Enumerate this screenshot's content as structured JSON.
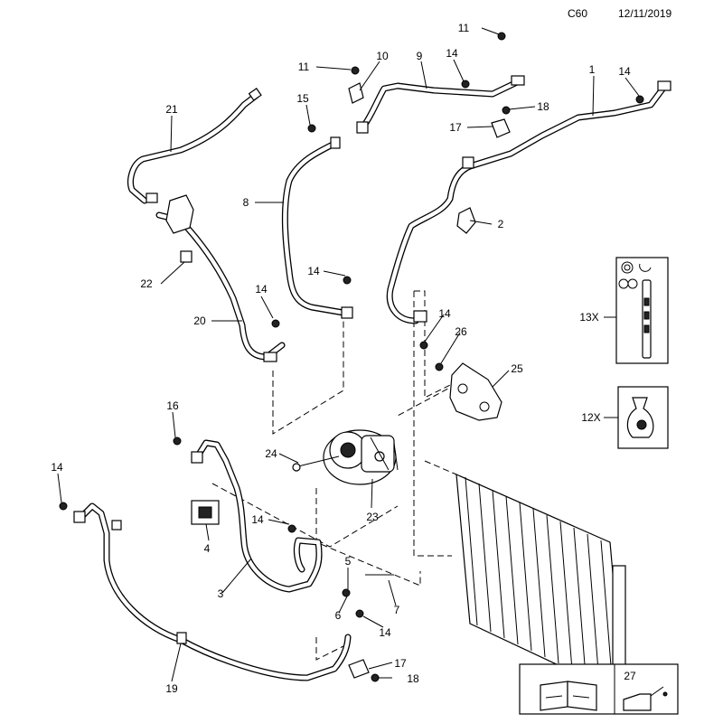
{
  "header": {
    "code": "C60",
    "date": "12/11/2019"
  },
  "callouts": [
    {
      "id": "c1",
      "text": "1"
    },
    {
      "id": "c2",
      "text": "2"
    },
    {
      "id": "c3",
      "text": "3"
    },
    {
      "id": "c4",
      "text": "4"
    },
    {
      "id": "c5",
      "text": "5"
    },
    {
      "id": "c6",
      "text": "6"
    },
    {
      "id": "c7",
      "text": "7"
    },
    {
      "id": "c8",
      "text": "8"
    },
    {
      "id": "c9",
      "text": "9"
    },
    {
      "id": "c10",
      "text": "10"
    },
    {
      "id": "c11a",
      "text": "11"
    },
    {
      "id": "c11b",
      "text": "11"
    },
    {
      "id": "c12x",
      "text": "12X"
    },
    {
      "id": "c13x",
      "text": "13X"
    },
    {
      "id": "c14a",
      "text": "14"
    },
    {
      "id": "c14b",
      "text": "14"
    },
    {
      "id": "c14c",
      "text": "14"
    },
    {
      "id": "c14d",
      "text": "14"
    },
    {
      "id": "c14e",
      "text": "14"
    },
    {
      "id": "c14f",
      "text": "14"
    },
    {
      "id": "c14g",
      "text": "14"
    },
    {
      "id": "c14h",
      "text": "14"
    },
    {
      "id": "c15",
      "text": "15"
    },
    {
      "id": "c16",
      "text": "16"
    },
    {
      "id": "c17a",
      "text": "17"
    },
    {
      "id": "c17b",
      "text": "17"
    },
    {
      "id": "c18a",
      "text": "18"
    },
    {
      "id": "c18b",
      "text": "18"
    },
    {
      "id": "c19",
      "text": "19"
    },
    {
      "id": "c20",
      "text": "20"
    },
    {
      "id": "c21",
      "text": "21"
    },
    {
      "id": "c22",
      "text": "22"
    },
    {
      "id": "c23",
      "text": "23"
    },
    {
      "id": "c24",
      "text": "24"
    },
    {
      "id": "c25",
      "text": "25"
    },
    {
      "id": "c26",
      "text": "26"
    },
    {
      "id": "c27",
      "text": "27"
    }
  ]
}
